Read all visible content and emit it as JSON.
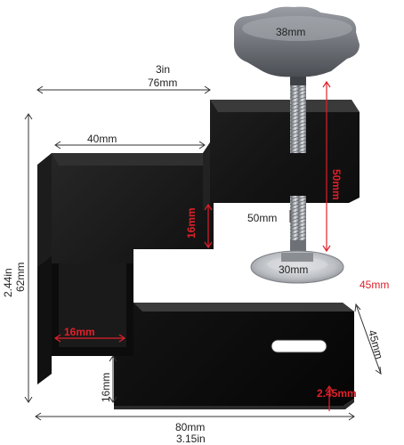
{
  "colors": {
    "dimension": "#222222",
    "accent": "#e0202a",
    "bracket": "#141414",
    "knob": "#6f7378",
    "steel": "#c9ccd0"
  },
  "labels": {
    "knob_diameter": "38mm",
    "top_width_in": "3in",
    "top_width_mm": "76mm",
    "step_width": "40mm",
    "gap_height": "16mm",
    "screw_length_red": "50mm",
    "screw_length": "50mm",
    "foot_diameter": "30mm",
    "foot_offset": "45mm",
    "total_height_in": "2.44in",
    "total_height_mm": "62mm",
    "lower_gap": "16mm",
    "base_height": "16mm",
    "base_depth": "45mm",
    "thickness": "2.45mm",
    "total_width_mm": "80mm",
    "total_width_in": "3.15in"
  },
  "icons": {
    "knob": "star-knob-icon",
    "screw": "threaded-screw-icon",
    "foot": "leveling-foot-icon",
    "bracket": "z-bracket-icon"
  }
}
